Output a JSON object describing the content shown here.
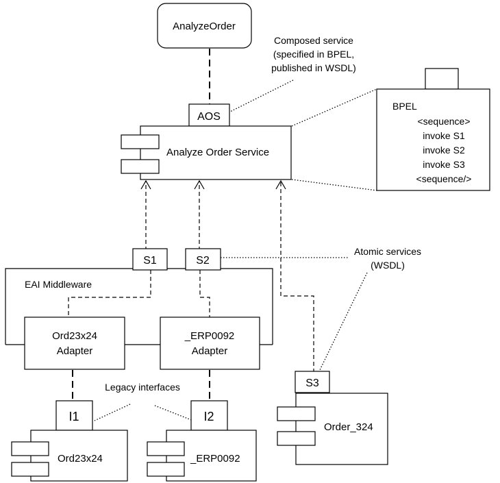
{
  "top_node": {
    "label": "AnalyzeOrder"
  },
  "composed_note": {
    "line1": "Composed service",
    "line2": "(specified in BPEL,",
    "line3": "published in WSDL)"
  },
  "aos_port": {
    "label": "AOS"
  },
  "analyze_service": {
    "label": "Analyze Order Service"
  },
  "bpel_note": {
    "title": "BPEL",
    "lines": [
      "<sequence>",
      "invoke S1",
      "invoke S2",
      "invoke S3",
      "<sequence/>"
    ]
  },
  "ports": {
    "s1": "S1",
    "s2": "S2",
    "s3": "S3",
    "i1": "I1",
    "i2": "I2"
  },
  "atomic_note": {
    "line1": "Atomic services",
    "line2": "(WSDL)"
  },
  "eai": {
    "label": "EAI Middleware"
  },
  "adapter1": {
    "line1": "Ord23x24",
    "line2": "Adapter"
  },
  "adapter2": {
    "line1": "_ERP0092",
    "line2": "Adapter"
  },
  "legacy_note": {
    "label": "Legacy interfaces"
  },
  "comp_order324": {
    "label": "Order_324"
  },
  "comp_ord23": {
    "label": "Ord23x24"
  },
  "comp_erp": {
    "label": "_ERP0092"
  }
}
